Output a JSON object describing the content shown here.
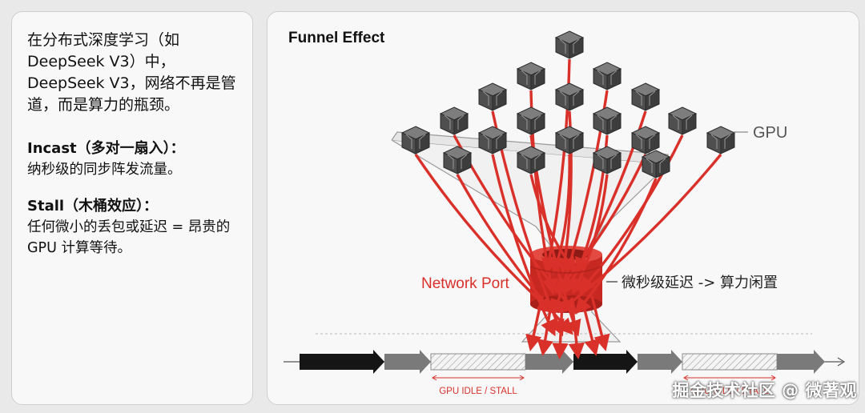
{
  "left_panel": {
    "intro": "在分布式深度学习（如 DeepSeek V3）中，DeepSeek V3，网络不再是管道，而是算力的瓶颈。",
    "incast_title": "Incast（多对一扇入）：",
    "incast_body": "纳秒级的同步阵发流量。",
    "stall_title": "Stall（木桶效应）：",
    "stall_body": "任何微小的丢包或延迟 = 昂贵的 GPU 计算等待。"
  },
  "diagram": {
    "title": "Funnel Effect",
    "gpu_label": "GPU",
    "port_label": "Network Port",
    "latency_label": "微秒级延迟 -> 算力闲置",
    "idle_label_1": "GPU IDLE / STALL",
    "idle_label_2": "GPU IDLE / STALL"
  },
  "watermark": "掘金技术社区 @ 微著观",
  "colors": {
    "accent_red": "#d9302a",
    "cube_dark": "#5a5a5a",
    "bar_black": "#151515",
    "bar_gray": "#7a7a7a"
  }
}
